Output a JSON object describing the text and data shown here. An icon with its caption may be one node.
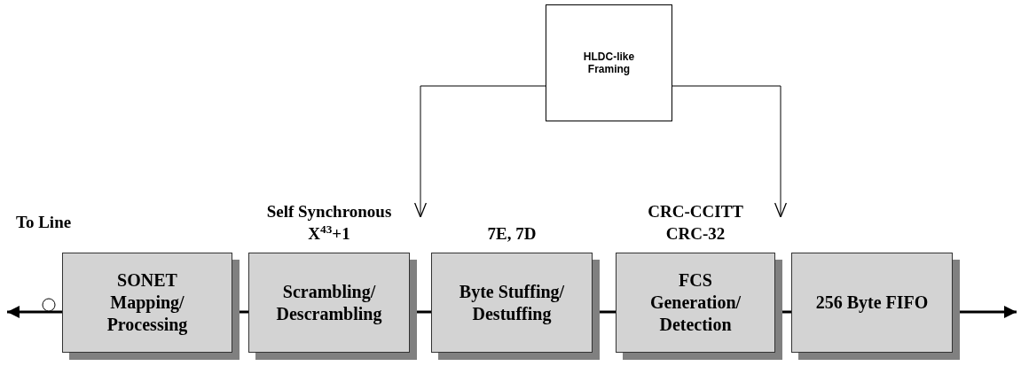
{
  "diagram": {
    "nodes": [
      {
        "text": [
          "HLDC-like Framing"
        ]
      },
      {
        "text": [
          "SONET Mapping/ Processing"
        ]
      },
      {
        "text": [
          "Scrambling/ Descrambling"
        ],
        "beside": [
          "Self Synchronous X$^{43}$+1"
        ]
      },
      {
        "text": [
          "Byte Stuffing/ Destuffing"
        ],
        "beside": [
          "7E, 7D"
        ]
      },
      {
        "text": [
          "FCS Generation/ Detection"
        ],
        "beside": [
          "CRC-CCITT CRC-32"
        ]
      },
      {
        "text": [
          "256 Byte FIFO"
        ]
      }
    ],
    "edges": [
      {
        "from": 1,
        "to": null,
        "arrow": "to"
      },
      {
        "from": 1,
        "to": 2,
        "arrow": "none"
      },
      {
        "from": 2,
        "to": 3,
        "arrow": "none"
      },
      {
        "from": 3,
        "to": 4,
        "arrow": "none"
      },
      {
        "from": 4,
        "to": 5,
        "arrow": "none"
      },
      {
        "from": 5,
        "to": null,
        "arrow": "to"
      },
      {
        "from": 0,
        "to": null,
        "arrow": "to"
      },
      {
        "from": 0,
        "to": null,
        "arrow": "to"
      }
    ],
    "labels": [
      "To Line"
    ]
  }
}
